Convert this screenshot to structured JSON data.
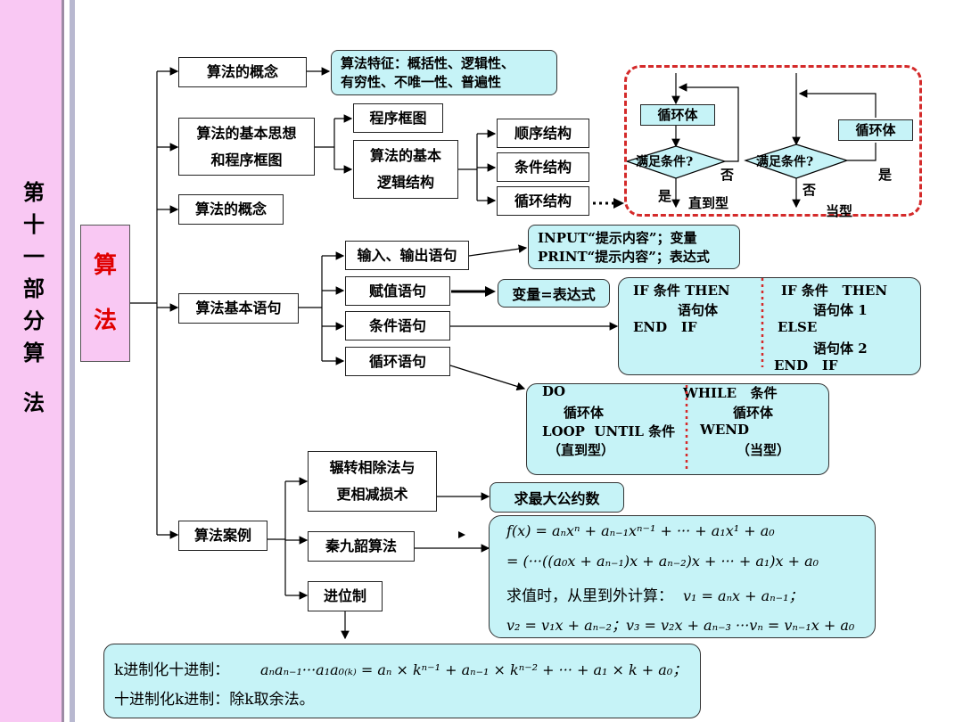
{
  "sidebar": {
    "title": "第十一部分算法"
  },
  "main_node": {
    "line1": "算",
    "line2": "法"
  },
  "concept1": {
    "label": "算法的概念",
    "feature_line1": "算法特征：概括性、逻辑性、",
    "feature_line2": "有穷性、不唯一性、普遍性"
  },
  "idea": {
    "line1": "算法的基本思想",
    "line2": "和程序框图",
    "flowchart": "程序框图",
    "logic_line1": "算法的基本",
    "logic_line2": "逻辑结构",
    "structures": [
      "顺序结构",
      "条件结构",
      "循环结构"
    ]
  },
  "loop_diagram": {
    "body_label": "循环体",
    "cond_label": "满足条件?",
    "yes": "是",
    "no": "否",
    "until_type": "直到型",
    "while_type": "当型"
  },
  "concept2": {
    "label": "算法的概念"
  },
  "statements": {
    "label": "算法基本语句",
    "items": [
      "输入、输出语句",
      "赋值语句",
      "条件语句",
      "循环语句"
    ],
    "io_line1": "INPUT“提示内容”；变量",
    "io_line2": "PRINT“提示内容”；表达式",
    "assign": "变量=表达式",
    "if_left": [
      "IF 条件 THEN",
      "语句体",
      "END   IF"
    ],
    "if_right": [
      "IF 条件   THEN",
      "语句体 1",
      "ELSE",
      "语句体 2",
      "END   IF"
    ],
    "loop_left": [
      "DO",
      "循环体",
      "LOOP  UNTIL 条件",
      "（直到型）"
    ],
    "loop_right": [
      "WHILE   条件",
      "循环体",
      "WEND",
      "（当型）"
    ]
  },
  "cases": {
    "label": "算法案例",
    "euclid_line1": "辗转相除法与",
    "euclid_line2": "更相减损术",
    "gcd": "求最大公约数",
    "qin": "秦九韶算法",
    "radix": "进位制",
    "poly1": "f(x) = aₙxⁿ + aₙ₋₁xⁿ⁻¹ + ··· + a₁x¹ + a₀",
    "poly2": "= (···((a₀x + aₙ₋₁)x + aₙ₋₂)x + ··· + a₁)x + a₀",
    "poly3_text": "求值时，从里到外计算：",
    "poly3_math": "v₁ = aₙx + aₙ₋₁；",
    "poly4": "v₂ = v₁x + aₙ₋₂；v₃ = v₂x + aₙ₋₃ ···vₙ = vₙ₋₁x + a₀",
    "radix_line1_text": "k进制化十进制：",
    "radix_line1_math": "aₙaₙ₋₁···a₁a₀₍ₖ₎ = aₙ × kⁿ⁻¹ + aₙ₋₁ × kⁿ⁻² + ··· + a₁ × k + a₀；",
    "radix_line2": "十进制化k进制：除k取余法。"
  }
}
